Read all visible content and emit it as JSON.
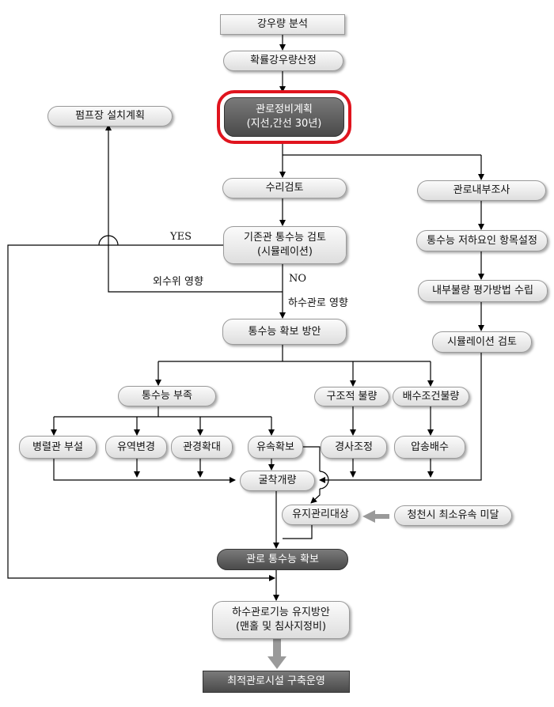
{
  "nodes": {
    "rainfall_analysis": "강우량 분석",
    "probable_rainfall": "확률강우량산정",
    "sewer_plan_line1": "관로정비계획",
    "sewer_plan_line2": "(지선,간선 30년)",
    "pump_plan": "펌프장 설치계획",
    "hydraulic_review": "수리검토",
    "internal_survey": "관로내부조사",
    "capacity_review_line1": "기존관 통수능 검토",
    "capacity_review_line2": "(시뮬레이션)",
    "degradation_items": "통수능 저하요인 항목설정",
    "inflow_method": "내부불량 평가방법 수립",
    "simulation_review": "시뮬레이션 검토",
    "capacity_secure_plan": "통수능 확보 방안",
    "capacity_shortage": "통수능 부족",
    "structural_defect": "구조적 불량",
    "drainage_defect": "배수조건불량",
    "parallel_pipe": "병렬관 부설",
    "basin_change": "유역변경",
    "pipe_enlarge": "관경확대",
    "velocity_secure": "유속확보",
    "slope_adjust": "경사조정",
    "pressure_drain": "압송배수",
    "realignment": "굴착개량",
    "maintenance_target": "유지관리대상",
    "min_velocity_shortfall": "청천시 최소유속 미달",
    "capacity_secured": "관로 통수능 확보",
    "maintenance_plan_line1": "하수관로기능 유지방안",
    "maintenance_plan_line2": "(맨홀 및 침사지정비)",
    "final_operation": "최적관로시설 구축운영"
  },
  "edge_labels": {
    "yes": "YES",
    "no": "NO",
    "outer_water": "외수위 영향",
    "sewer_effect": "하수관로 영향"
  },
  "colors": {
    "highlight": "#e0141e",
    "line": "#000000",
    "gray_arrow": "#9a9a9a",
    "dark_fill": "#5a5a5a"
  }
}
